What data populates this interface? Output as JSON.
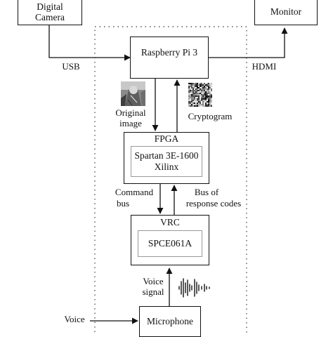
{
  "diagram": {
    "nodes": {
      "digital_camera": {
        "label_line1": "Digital",
        "label_line2": "Camera"
      },
      "monitor": {
        "label": "Monitor"
      },
      "raspberry_pi": {
        "label": "Raspberry Pi 3"
      },
      "fpga": {
        "label": "FPGA",
        "inner_line1": "Spartan 3E-1600",
        "inner_line2": "Xilinx"
      },
      "vrc": {
        "label": "VRC",
        "inner": "SPCE061A"
      },
      "microphone": {
        "label": "Microphone"
      }
    },
    "edge_labels": {
      "usb": "USB",
      "hdmi": "HDMI",
      "original_image_line1": "Original",
      "original_image_line2": "image",
      "cryptogram": "Cryptogram",
      "command_bus_line1": "Command",
      "command_bus_line2": "bus",
      "response_bus_line1": "Bus of",
      "response_bus_line2": "response codes",
      "voice_signal_line1": "Voice",
      "voice_signal_line2": "signal",
      "voice": "Voice"
    },
    "style": {
      "line_color": "#111111",
      "boundary_color": "#555555",
      "inner_border_color": "#999999"
    }
  }
}
